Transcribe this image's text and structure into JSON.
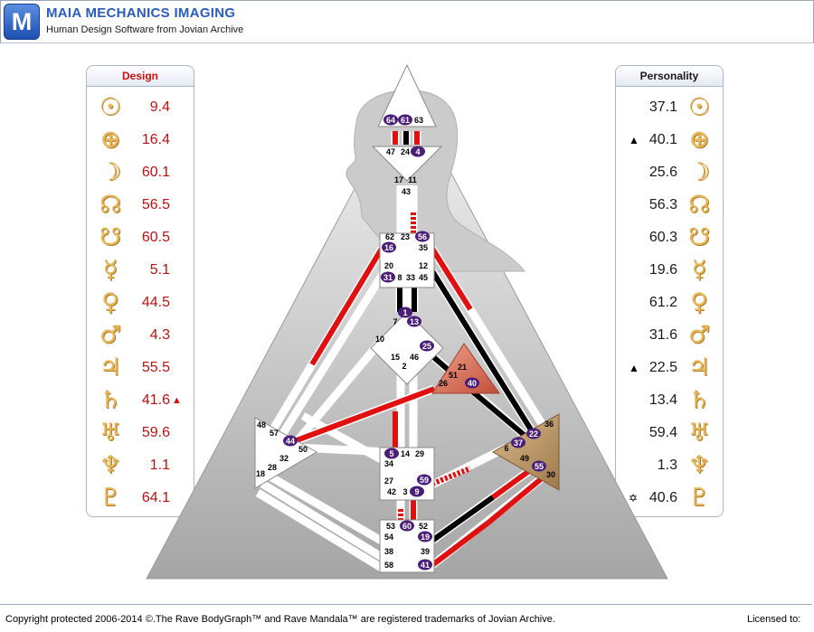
{
  "header": {
    "logo_letter": "M",
    "title": "MAIA MECHANICS IMAGING",
    "subtitle": "Human Design Software from Jovian Archive"
  },
  "design": {
    "heading": "Design",
    "rows": [
      {
        "planet": "sun-icon",
        "glyph": "☉",
        "value": "9.4",
        "mark": ""
      },
      {
        "planet": "earth-icon",
        "glyph": "⊕",
        "value": "16.4",
        "mark": ""
      },
      {
        "planet": "moon-icon",
        "glyph": "☽",
        "value": "60.1",
        "mark": ""
      },
      {
        "planet": "north-node-icon",
        "glyph": "☊",
        "value": "56.5",
        "mark": ""
      },
      {
        "planet": "south-node-icon",
        "glyph": "☋",
        "value": "60.5",
        "mark": ""
      },
      {
        "planet": "mercury-icon",
        "glyph": "☿",
        "value": "5.1",
        "mark": ""
      },
      {
        "planet": "venus-icon",
        "glyph": "♀",
        "value": "44.5",
        "mark": ""
      },
      {
        "planet": "mars-icon",
        "glyph": "♂",
        "value": "4.3",
        "mark": ""
      },
      {
        "planet": "jupiter-icon",
        "glyph": "♃",
        "value": "55.5",
        "mark": ""
      },
      {
        "planet": "saturn-icon",
        "glyph": "♄",
        "value": "41.6",
        "mark": "▲"
      },
      {
        "planet": "uranus-icon",
        "glyph": "♅",
        "value": "59.6",
        "mark": ""
      },
      {
        "planet": "neptune-icon",
        "glyph": "♆",
        "value": "1.1",
        "mark": ""
      },
      {
        "planet": "pluto-icon",
        "glyph": "♇",
        "value": "64.1",
        "mark": ""
      }
    ]
  },
  "personality": {
    "heading": "Personality",
    "rows": [
      {
        "planet": "sun-icon",
        "glyph": "☉",
        "value": "37.1",
        "mark": ""
      },
      {
        "planet": "earth-icon",
        "glyph": "⊕",
        "value": "40.1",
        "mark": "▲"
      },
      {
        "planet": "moon-icon",
        "glyph": "☽",
        "value": "25.6",
        "mark": ""
      },
      {
        "planet": "north-node-icon",
        "glyph": "☊",
        "value": "56.3",
        "mark": ""
      },
      {
        "planet": "south-node-icon",
        "glyph": "☋",
        "value": "60.3",
        "mark": ""
      },
      {
        "planet": "mercury-icon",
        "glyph": "☿",
        "value": "19.6",
        "mark": ""
      },
      {
        "planet": "venus-icon",
        "glyph": "♀",
        "value": "61.2",
        "mark": ""
      },
      {
        "planet": "mars-icon",
        "glyph": "♂",
        "value": "31.6",
        "mark": ""
      },
      {
        "planet": "jupiter-icon",
        "glyph": "♃",
        "value": "22.5",
        "mark": "▲"
      },
      {
        "planet": "saturn-icon",
        "glyph": "♄",
        "value": "13.4",
        "mark": ""
      },
      {
        "planet": "uranus-icon",
        "glyph": "♅",
        "value": "59.4",
        "mark": ""
      },
      {
        "planet": "neptune-icon",
        "glyph": "♆",
        "value": "1.3",
        "mark": ""
      },
      {
        "planet": "pluto-icon",
        "glyph": "♇",
        "value": "40.6",
        "mark": "✡"
      }
    ]
  },
  "bodygraph": {
    "colors": {
      "personality": "#000000",
      "design": "#e01010",
      "gate_circle": "#4a1e78",
      "spleen_center": "#b89060",
      "ego_center": "#e0705a",
      "background_triangle": "#b8b8b8"
    },
    "gates": [
      {
        "id": "64",
        "active": true
      },
      {
        "id": "61",
        "active": true
      },
      {
        "id": "63",
        "active": false
      },
      {
        "id": "47",
        "active": false
      },
      {
        "id": "24",
        "active": false
      },
      {
        "id": "4",
        "active": true
      },
      {
        "id": "17",
        "active": false
      },
      {
        "id": "11",
        "active": false
      },
      {
        "id": "43",
        "active": false
      },
      {
        "id": "62",
        "active": false
      },
      {
        "id": "23",
        "active": false
      },
      {
        "id": "56",
        "active": true
      },
      {
        "id": "16",
        "active": true
      },
      {
        "id": "35",
        "active": false
      },
      {
        "id": "12",
        "active": false
      },
      {
        "id": "20",
        "active": false
      },
      {
        "id": "31",
        "active": true
      },
      {
        "id": "8",
        "active": false
      },
      {
        "id": "33",
        "active": false
      },
      {
        "id": "45",
        "active": false
      },
      {
        "id": "1",
        "active": true
      },
      {
        "id": "7",
        "active": false
      },
      {
        "id": "13",
        "active": true
      },
      {
        "id": "10",
        "active": false
      },
      {
        "id": "25",
        "active": true
      },
      {
        "id": "15",
        "active": false
      },
      {
        "id": "46",
        "active": false
      },
      {
        "id": "2",
        "active": false
      },
      {
        "id": "21",
        "active": false
      },
      {
        "id": "51",
        "active": false
      },
      {
        "id": "26",
        "active": false
      },
      {
        "id": "40",
        "active": true
      },
      {
        "id": "48",
        "active": false
      },
      {
        "id": "57",
        "active": false
      },
      {
        "id": "44",
        "active": true
      },
      {
        "id": "50",
        "active": false
      },
      {
        "id": "32",
        "active": false
      },
      {
        "id": "28",
        "active": false
      },
      {
        "id": "18",
        "active": false
      },
      {
        "id": "36",
        "active": false
      },
      {
        "id": "22",
        "active": true
      },
      {
        "id": "37",
        "active": true
      },
      {
        "id": "6",
        "active": false
      },
      {
        "id": "49",
        "active": false
      },
      {
        "id": "55",
        "active": true
      },
      {
        "id": "30",
        "active": false
      },
      {
        "id": "5",
        "active": true
      },
      {
        "id": "14",
        "active": false
      },
      {
        "id": "29",
        "active": false
      },
      {
        "id": "34",
        "active": false
      },
      {
        "id": "59",
        "active": true
      },
      {
        "id": "27",
        "active": false
      },
      {
        "id": "42",
        "active": false
      },
      {
        "id": "3",
        "active": false
      },
      {
        "id": "9",
        "active": true
      },
      {
        "id": "53",
        "active": false
      },
      {
        "id": "60",
        "active": true
      },
      {
        "id": "52",
        "active": false
      },
      {
        "id": "54",
        "active": false
      },
      {
        "id": "19",
        "active": true
      },
      {
        "id": "38",
        "active": false
      },
      {
        "id": "39",
        "active": false
      },
      {
        "id": "58",
        "active": false
      },
      {
        "id": "41",
        "active": true
      }
    ]
  },
  "footer": {
    "copyright": "Copyright protected 2006-2014 ©.The Rave BodyGraph™ and Rave Mandala™ are registered trademarks of Jovian Archive.",
    "licensed": "Licensed to:"
  }
}
